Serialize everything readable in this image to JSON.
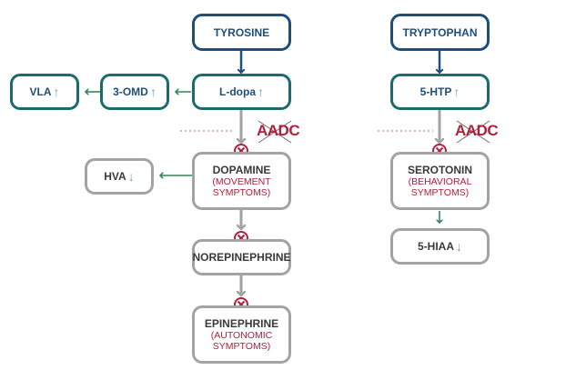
{
  "left_pathway": {
    "tyrosine": "TYROSINE",
    "ldopa": "L-dopa",
    "omd": "3-OMD",
    "vla": "VLA",
    "enzyme": "AADC",
    "dopamine": {
      "name": "DOPAMINE",
      "sub1": "(MOVEMENT",
      "sub2": "SYMPTOMS)"
    },
    "hva": "HVA",
    "norepinephrine": "NOREPINEPHRINE",
    "epinephrine": {
      "name": "EPINEPHRINE",
      "sub1": "(AUTONOMIC",
      "sub2": "SYMPTOMS)"
    }
  },
  "right_pathway": {
    "tryptophan": "TRYPTOPHAN",
    "htp": "5-HTP",
    "enzyme": "AADC",
    "serotonin": {
      "name": "SEROTONIN",
      "sub1": "(BEHAVIORAL",
      "sub2": "SYMPTOMS)"
    },
    "hiaa": "5-HIAA"
  },
  "symbols": {
    "increase": "↑",
    "decrease": "↓",
    "blocked": "⊗"
  },
  "colors": {
    "navy": "#1f4e79",
    "teal": "#1d6a6e",
    "gray": "#a3a3a3",
    "crimson": "#b0203a",
    "light_blue_arrow": "#6aa3bf",
    "green_arrow": "#2e8a5a"
  }
}
